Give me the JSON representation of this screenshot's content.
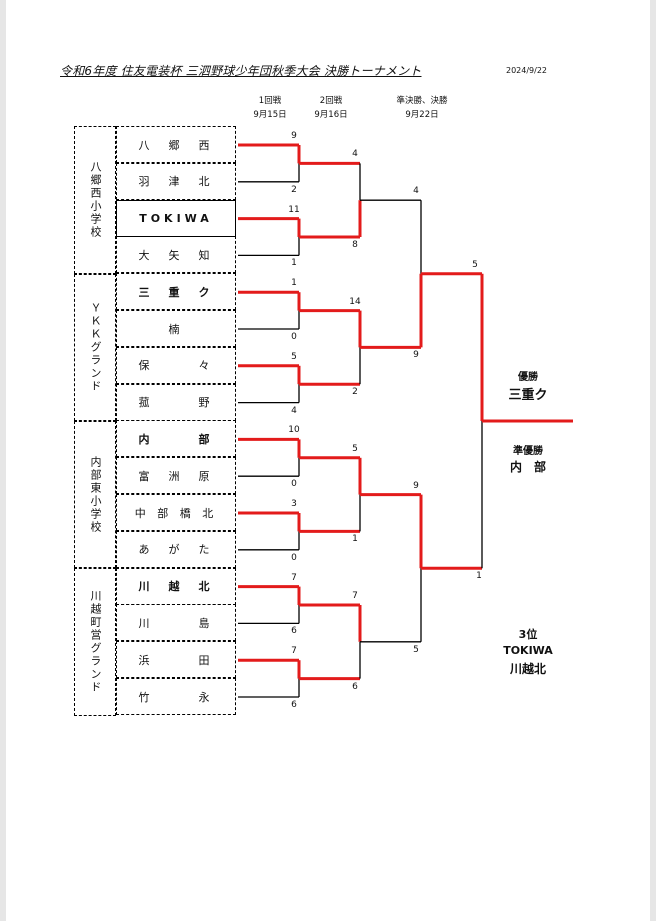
{
  "header": {
    "title": "令和6年度  住友電装杯  三泗野球少年団秋季大会  決勝トーナメント",
    "date": "2024/9/22"
  },
  "rounds": [
    {
      "name": "1回戦",
      "date": "9月15日"
    },
    {
      "name": "2回戦",
      "date": "9月16日"
    },
    {
      "name": "準決勝、決勝",
      "date": "9月22日"
    }
  ],
  "venues": [
    "八郷西小学校",
    "ＹＫＫグランド",
    "内部東小学校",
    "川越町営グランド"
  ],
  "teams": [
    {
      "name": "八　郷　西",
      "winner": false
    },
    {
      "name": "羽　津　北",
      "winner": false
    },
    {
      "name": "TOKIWA",
      "winner": true
    },
    {
      "name": "大　矢　知",
      "winner": false
    },
    {
      "name": "三　重　ク",
      "winner": true
    },
    {
      "name": "楠",
      "winner": false
    },
    {
      "name": "保　　　々",
      "winner": false
    },
    {
      "name": "菰　　　野",
      "winner": false
    },
    {
      "name": "内　　　部",
      "winner": true
    },
    {
      "name": "富　洲　原",
      "winner": false
    },
    {
      "name": "中 部 橋 北",
      "winner": false
    },
    {
      "name": "あ　が　た",
      "winner": false
    },
    {
      "name": "川　越　北",
      "winner": true
    },
    {
      "name": "川　　　島",
      "winner": false
    },
    {
      "name": "浜　　　田",
      "winner": false
    },
    {
      "name": "竹　　　永",
      "winner": false
    }
  ],
  "scores": {
    "round1": [
      [
        "9",
        "2"
      ],
      [
        "11",
        "1"
      ],
      [
        "1",
        "0"
      ],
      [
        "5",
        "4"
      ],
      [
        "10",
        "0"
      ],
      [
        "3",
        "0"
      ],
      [
        "7",
        "6"
      ],
      [
        "7",
        "6"
      ]
    ],
    "round2": [
      [
        "4",
        "8"
      ],
      [
        "14",
        "2"
      ],
      [
        "5",
        "1"
      ],
      [
        "7",
        "6"
      ]
    ],
    "semis": [
      [
        "4",
        "9"
      ],
      [
        "9",
        "5"
      ]
    ],
    "final": [
      "5",
      "1"
    ]
  },
  "results": {
    "champion_label": "優勝",
    "champion": "三重ク",
    "runner_up_label": "準優勝",
    "runner_up": "内　部",
    "third_label": "3位",
    "third_1": "TOKIWA",
    "third_2": "川越北"
  },
  "colors": {
    "win_line": "#e31b1b",
    "line": "#000000"
  }
}
